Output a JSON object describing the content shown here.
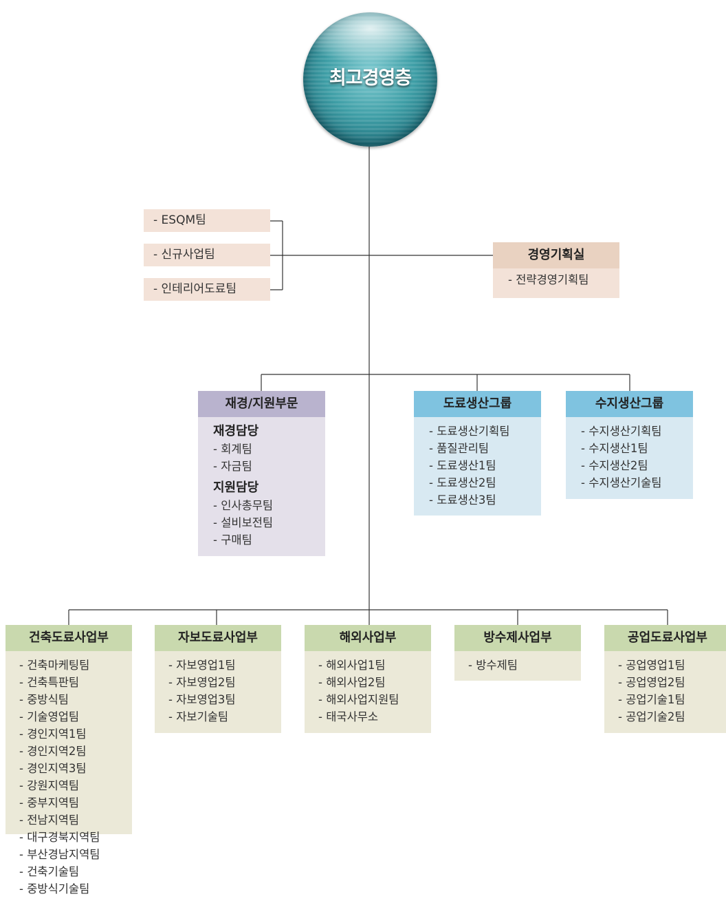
{
  "ceo": {
    "label": "최고경영층"
  },
  "side_teams": [
    "ESQM팀",
    "신규사업팀",
    "인테리어도료팀"
  ],
  "planning": {
    "title": "경영기획실",
    "teams": [
      "전략경영기획팀"
    ]
  },
  "finance_support": {
    "title": "재경/지원부문",
    "sections": [
      {
        "title": "재경담당",
        "teams": [
          "회계팀",
          "자금팀"
        ]
      },
      {
        "title": "지원담당",
        "teams": [
          "인사총무팀",
          "설비보전팀",
          "구매팀"
        ]
      }
    ]
  },
  "paint_production": {
    "title": "도료생산그룹",
    "teams": [
      "도료생산기획팀",
      "품질관리팀",
      "도료생산1팀",
      "도료생산2팀",
      "도료생산3팀"
    ]
  },
  "resin_production": {
    "title": "수지생산그룹",
    "teams": [
      "수지생산기획팀",
      "수지생산1팀",
      "수지생산2팀",
      "수지생산기술팀"
    ]
  },
  "business_units": [
    {
      "title": "건축도료사업부",
      "teams": [
        "건축마케팅팀",
        "건축특판팀",
        "중방식팀",
        "기술영업팀",
        "경인지역1팀",
        "경인지역2팀",
        "경인지역3팀",
        "강원지역팀",
        "중부지역팀",
        "전남지역팀",
        "대구경북지역팀",
        "부산경남지역팀",
        "건축기술팀",
        "중방식기술팀"
      ]
    },
    {
      "title": "자보도료사업부",
      "teams": [
        "자보영업1팀",
        "자보영업2팀",
        "자보영업3팀",
        "자보기술팀"
      ]
    },
    {
      "title": "해외사업부",
      "teams": [
        "해외사업1팀",
        "해외사업2팀",
        "해외사업지원팀",
        "태국사무소"
      ]
    },
    {
      "title": "방수제사업부",
      "teams": [
        "방수제팀"
      ]
    },
    {
      "title": "공업도료사업부",
      "teams": [
        "공업영업1팀",
        "공업영업2팀",
        "공업기술1팀",
        "공업기술2팀"
      ]
    }
  ],
  "colors": {
    "connector": "#333333",
    "ceo_sphere": "#2f8c96",
    "peach_header": "#e9d2c1",
    "peach_body": "#f3e2d8",
    "purple_header": "#b9b3ce",
    "purple_body": "#e4e0ea",
    "blue_header": "#7fc3e0",
    "blue_body": "#d8e9f2",
    "green_header": "#c9d9ae",
    "green_body": "#ebe9d8"
  }
}
